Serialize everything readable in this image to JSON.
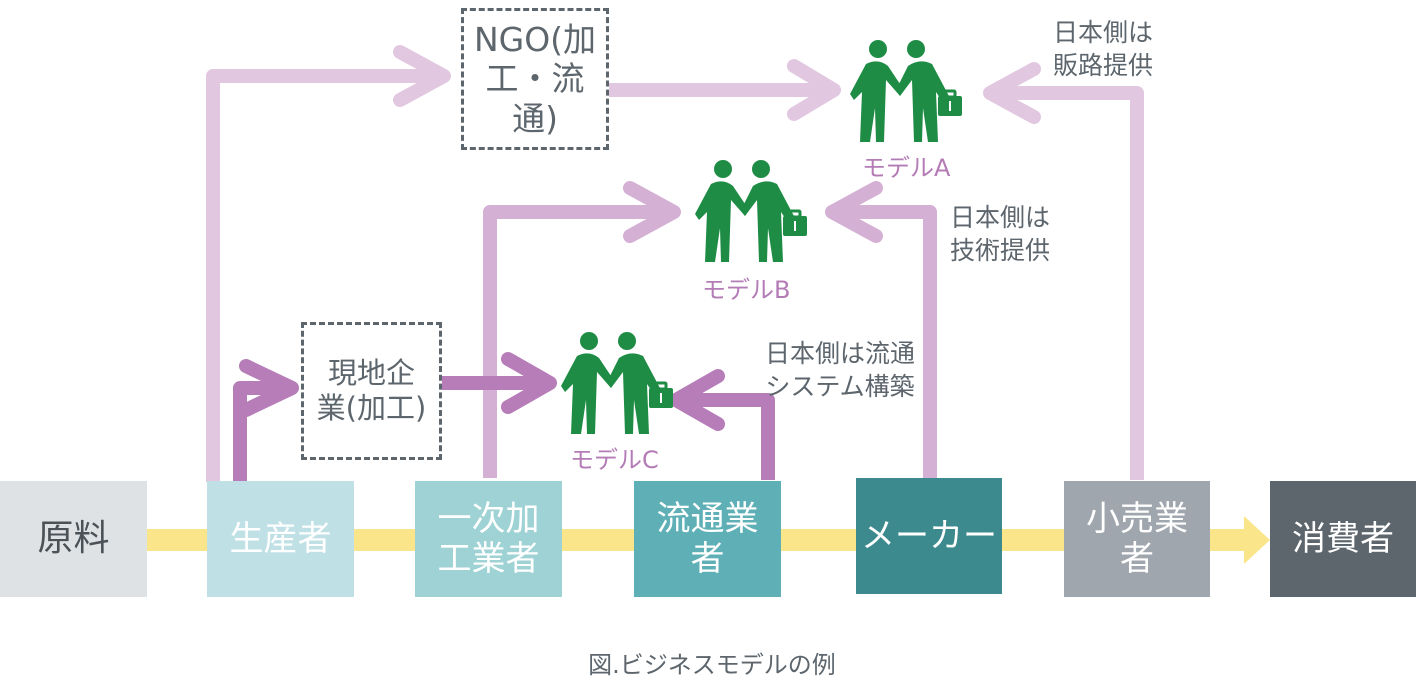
{
  "colors": {
    "main_flow": "#fbe58a",
    "arrow_light": "#e1c7e0",
    "arrow_mid": "#d4b0d4",
    "arrow_dark": "#b67db8",
    "figure_green": "#1e8c45",
    "model_label": "#b47cb6",
    "text_gray": "#5d666d"
  },
  "chain": [
    {
      "label": "原料",
      "bg": "#dfe2e5",
      "fg": "#4b5257"
    },
    {
      "label": "生産者",
      "bg": "#bfe0e4",
      "fg": "#ffffff"
    },
    {
      "label": "一次加工業者",
      "bg": "#9ed2d5",
      "fg": "#ffffff"
    },
    {
      "label": "流通業者",
      "bg": "#5eb0b6",
      "fg": "#ffffff"
    },
    {
      "label": "メーカー",
      "bg": "#3c8a8e",
      "fg": "#ffffff"
    },
    {
      "label": "小売業者",
      "bg": "#9fa6ad",
      "fg": "#ffffff"
    },
    {
      "label": "消費者",
      "bg": "#5d666d",
      "fg": "#ffffff"
    }
  ],
  "intermediaries": {
    "ngo": "NGO(加工・流通)",
    "local": "現地企業(加工)"
  },
  "models": {
    "a": "モデルA",
    "b": "モデルB",
    "c": "モデルC"
  },
  "notes": {
    "a": "日本側は販路提供",
    "b": "日本側は技術提供",
    "c": "日本側は流通システム構築"
  },
  "caption": "図.ビジネスモデルの例"
}
